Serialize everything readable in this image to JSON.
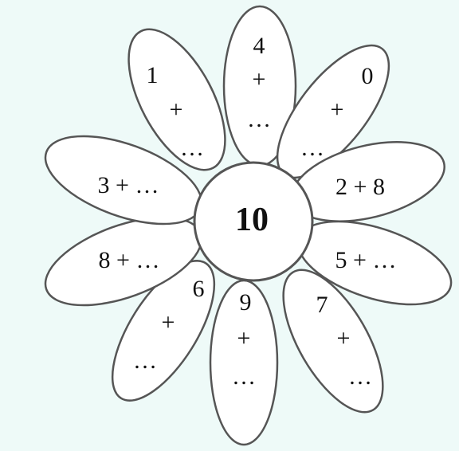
{
  "colors": {
    "background": "#eefaf8",
    "petal_fill": "#ffffff",
    "outline": "#555555",
    "text": "#111111"
  },
  "center": {
    "value": "10"
  },
  "petals": [
    {
      "id": "petal-4",
      "lines": [
        "4",
        "+",
        "…"
      ]
    },
    {
      "id": "petal-0",
      "lines": [
        "0",
        "+",
        "…"
      ]
    },
    {
      "id": "petal-2-8",
      "lines": [
        "2 + 8"
      ]
    },
    {
      "id": "petal-5",
      "lines": [
        "5 + …"
      ]
    },
    {
      "id": "petal-7",
      "lines": [
        "7",
        "+",
        "…"
      ]
    },
    {
      "id": "petal-9",
      "lines": [
        "9",
        "+",
        "…"
      ]
    },
    {
      "id": "petal-6",
      "lines": [
        "6",
        "+",
        "…"
      ]
    },
    {
      "id": "petal-8",
      "lines": [
        "8 + …"
      ]
    },
    {
      "id": "petal-3",
      "lines": [
        "3 + …"
      ]
    },
    {
      "id": "petal-1",
      "lines": [
        "1",
        "+",
        "…"
      ]
    }
  ]
}
